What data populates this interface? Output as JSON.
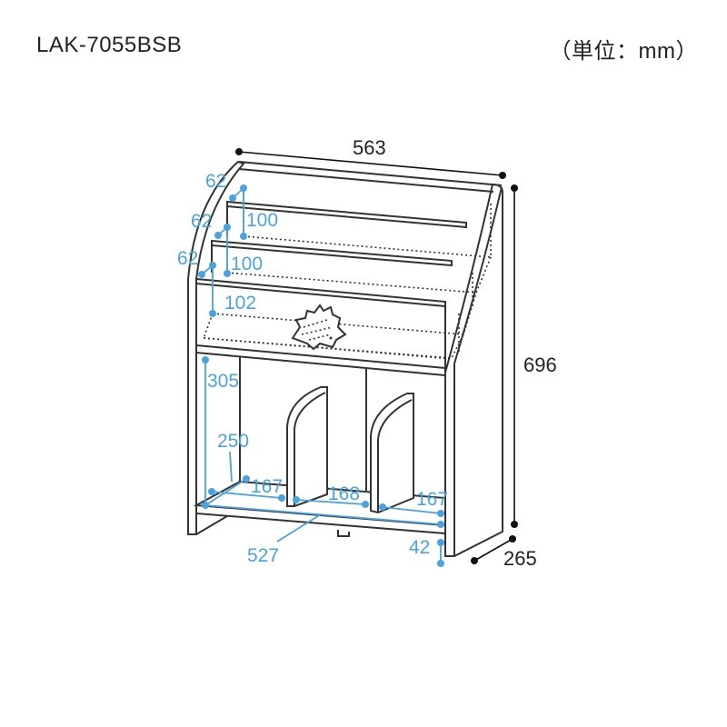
{
  "header": {
    "model": "LAK-7055BSB",
    "unit": "（単位：mm）"
  },
  "dimensions": {
    "width": "563",
    "height": "696",
    "depth": "265",
    "shelf_pitch_1": "62",
    "shelf_pitch_2": "62",
    "shelf_pitch_3": "62",
    "shelf_height_1": "100",
    "shelf_height_2": "100",
    "shelf_height_3": "102",
    "lower_height": "305",
    "lower_depth": "250",
    "section_left": "167",
    "section_middle": "168",
    "section_right": "167",
    "inner_width": "527",
    "floor_clearance": "42"
  },
  "colors": {
    "dimension_blue": "#4aa3e0",
    "line": "#333333"
  }
}
